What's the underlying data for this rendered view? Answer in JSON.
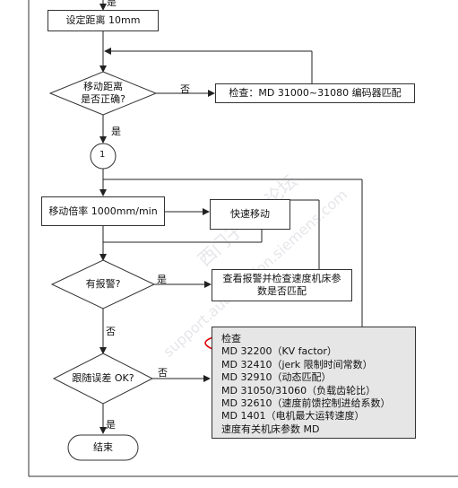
{
  "top_label": "是",
  "set_distance": "设定距离 10mm",
  "decision1": {
    "line1": "移动距离",
    "line2": "是否正确?"
  },
  "no1": "否",
  "check_encoder": "检查：MD 31000~31080 编码器匹配",
  "yes1": "是",
  "connector": "1",
  "move_rate": "移动倍率 1000mm/min",
  "fast_move": "快速移动",
  "decision2": "有报警?",
  "yes2": "是",
  "check_alarm": {
    "line1": "查看报警并检查速度机床参",
    "line2": "数是否匹配"
  },
  "no2": "否",
  "decision3": "跟随误差 OK?",
  "no3": "否",
  "yes3": "是",
  "end": "结束",
  "check_list": [
    "检查",
    "MD 32200（KV factor）",
    "MD 32410（jerk 限制时间常数）",
    "MD 32910（动态匹配）",
    "MD 31050/31060（负载齿轮比）",
    "MD 32610（速度前馈控制进给系数）",
    "MD 1401（电机最大运转速度）",
    "速度有关机床参数 MD"
  ],
  "highlight_color": "#e00000",
  "watermark": {
    "line1": "西门子工业论坛",
    "line2": "support.automation.siemens.com"
  }
}
